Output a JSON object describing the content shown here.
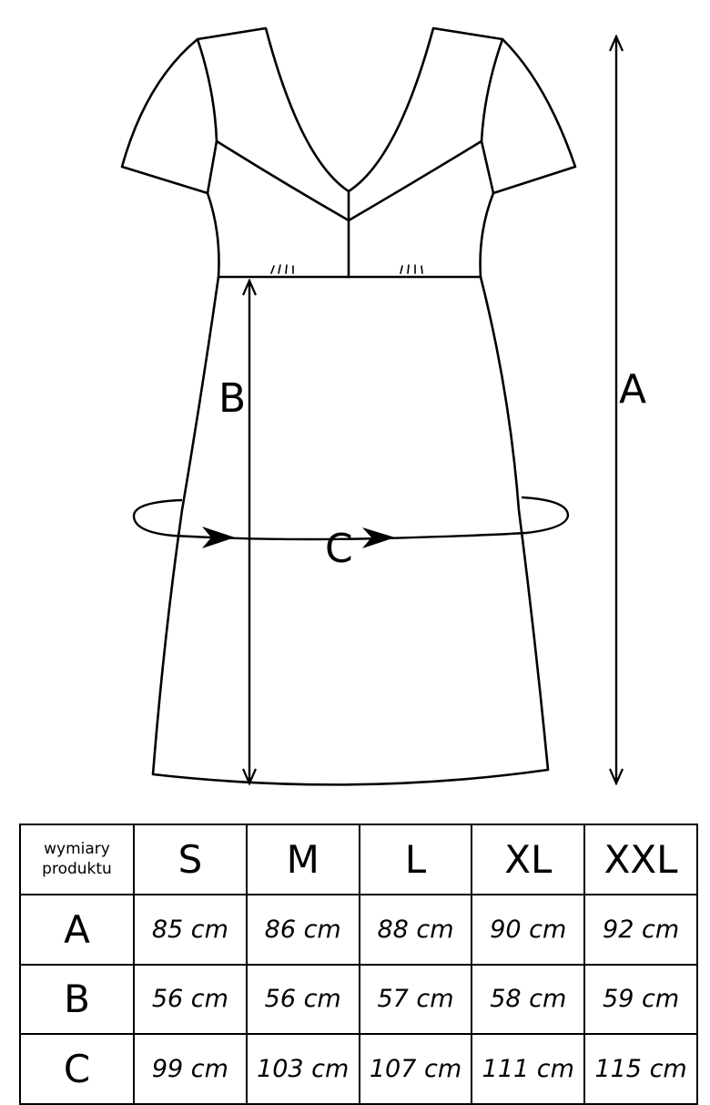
{
  "diagram": {
    "label_a": "A",
    "label_b": "B",
    "label_c": "C"
  },
  "table": {
    "corner_line1": "wymiary",
    "corner_line2": "produktu",
    "sizes": [
      "S",
      "M",
      "L",
      "XL",
      "XXL"
    ],
    "rows": [
      {
        "label": "A",
        "values": [
          "85 cm",
          "86 cm",
          "88 cm",
          "90 cm",
          "92 cm"
        ]
      },
      {
        "label": "B",
        "values": [
          "56 cm",
          "56 cm",
          "57 cm",
          "58 cm",
          "59 cm"
        ]
      },
      {
        "label": "C",
        "values": [
          "99 cm",
          "103 cm",
          "107 cm",
          "111 cm",
          "115 cm"
        ]
      }
    ]
  }
}
